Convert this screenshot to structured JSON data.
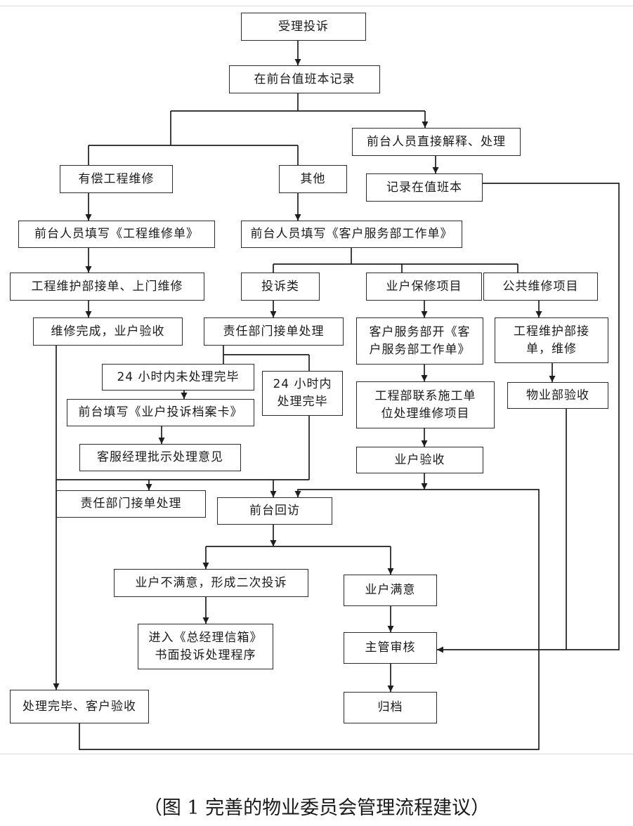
{
  "nodes": {
    "receive_complaint": "受理投诉",
    "record_front_desk_log": "在前台值班本记录",
    "front_desk_direct_handle": "前台人员直接解释、处理",
    "record_in_log": "记录在值班本",
    "paid_repair": "有偿工程维修",
    "other": "其他",
    "fill_repair_form": "前台人员填写《工程维修单》",
    "fill_service_form": "前台人员填写《客户服务部工作单》",
    "engineering_accept_repair": "工程维护部接单、上门维修",
    "complaint_type": "投诉类",
    "owner_repair_item": "业户保修项目",
    "public_repair_item": "公共维修项目",
    "repair_done_owner_check": "维修完成，业户验收",
    "dept_accept_handle": "责任部门接单处理",
    "cs_open_form": [
      "客户服务部开《客",
      "户服务部工作单》"
    ],
    "engineering_accept_fix": [
      "工程维护部接",
      "单，维修"
    ],
    "not_done_24h": "24 小时内未处理完毕",
    "done_24h": [
      "24 小时内",
      "处理完毕"
    ],
    "fill_complaint_card": "前台填写《业户投诉档案卡》",
    "contact_contractor": [
      "工程部联系施工单",
      "位处理维修项目"
    ],
    "property_check": "物业部验收",
    "cs_manager_instruct": "客服经理批示处理意见",
    "owner_check": "业户验收",
    "dept_accept_handle_2": "责任部门接单处理",
    "front_desk_followup": "前台回访",
    "owner_unsatisfied": "业户不满意，形成二次投诉",
    "owner_satisfied": "业户满意",
    "gm_mailbox": [
      "进入《总经理信箱》",
      "书面投诉处理程序"
    ],
    "supervisor_review": "主管审核",
    "done_customer_check": "处理完毕、客户验收",
    "archive": "归档"
  },
  "caption": "（图 1 完善的物业委员会管理流程建议）"
}
